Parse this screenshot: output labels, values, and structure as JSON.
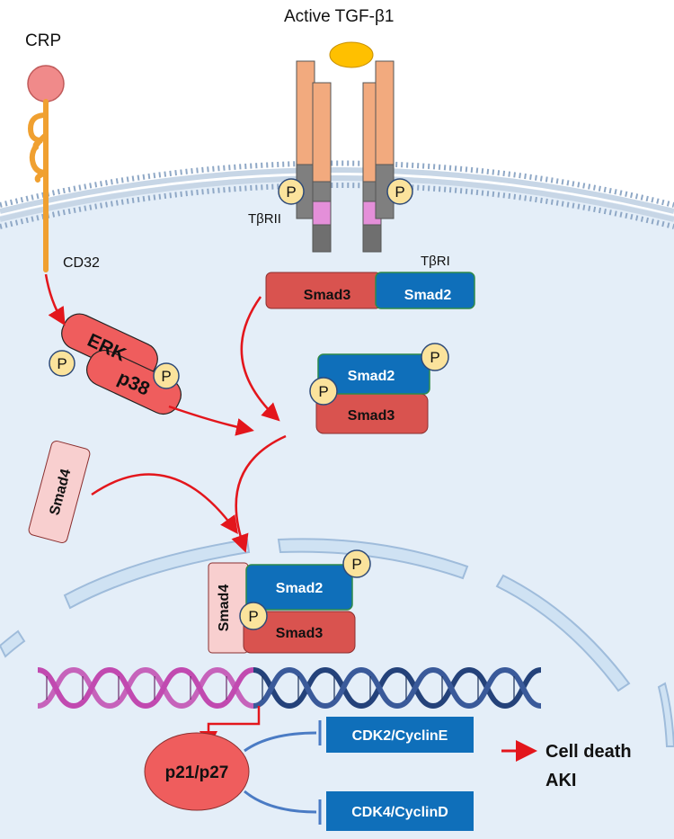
{
  "labels": {
    "ligand": "Active TGF-β1",
    "crp": "CRP",
    "cd32": "CD32",
    "tbrii": "TβRII",
    "tbri": "TβRI",
    "smad2": "Smad2",
    "smad3": "Smad3",
    "smad4": "Smad4",
    "erk": "ERK",
    "p38": "p38",
    "phospho": "P",
    "p21p27": "p21/p27",
    "cdk2": "CDK2/CyclinE",
    "cdk4": "CDK4/CyclinD",
    "cell_death": "Cell death",
    "aki": "AKI"
  },
  "colors": {
    "membrane": "#a9bfd8",
    "cytoplasm": "#e3eef8",
    "nucleus_envelope": "#cfe2f3",
    "receptor_top": "#f2aa7e",
    "receptor_mid": "#7f7f7f",
    "receptor_pink": "#e48fd9",
    "ligand": "#ffc000",
    "smad3": "#d9534f",
    "smad2": "#0f6fba",
    "smad4": "#f8cfcf",
    "erk": "#ef5d5d",
    "phospho": "#fbe39c",
    "arrow": "#e3161c",
    "inhibit": "#4a7bc4",
    "cdk_box": "#0f6fba",
    "dna_pink": "#c14ab0",
    "dna_blue": "#24427a"
  }
}
